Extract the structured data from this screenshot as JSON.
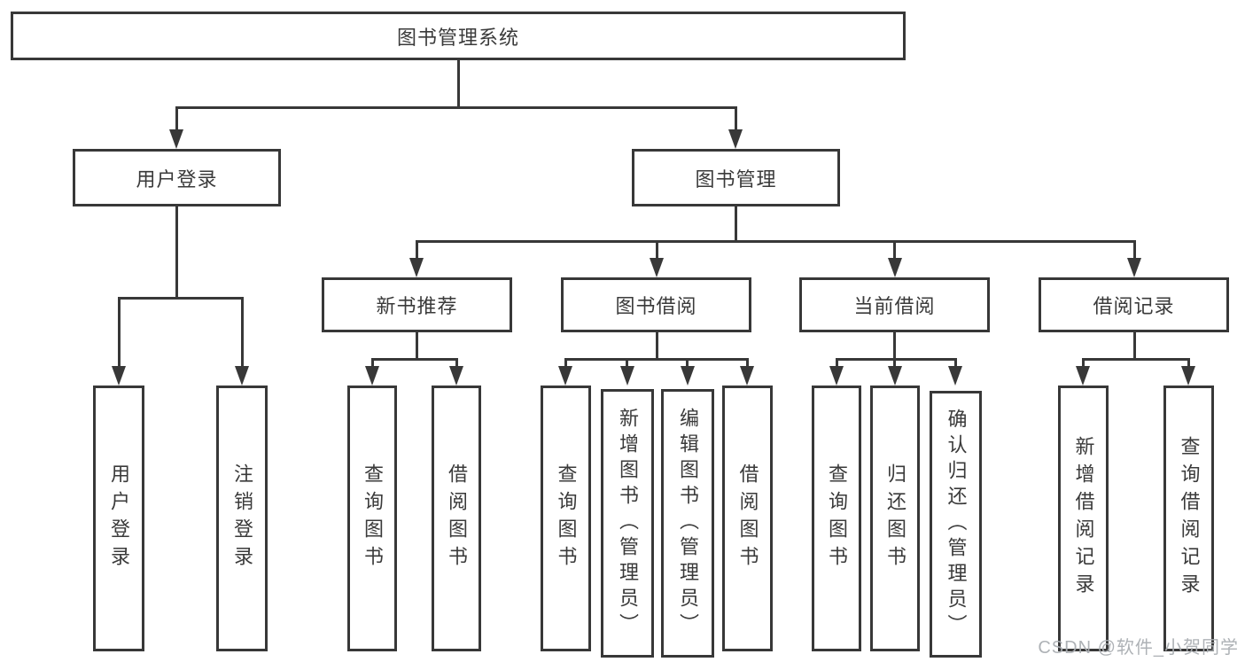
{
  "tree": {
    "label": "图书管理系统",
    "children": [
      {
        "label": "用户登录",
        "children": [
          {
            "label": "用户登录"
          },
          {
            "label": "注销登录"
          }
        ]
      },
      {
        "label": "图书管理",
        "children": [
          {
            "label": "新书推荐",
            "children": [
              {
                "label": "查询图书"
              },
              {
                "label": "借阅图书"
              }
            ]
          },
          {
            "label": "图书借阅",
            "children": [
              {
                "label": "查询图书"
              },
              {
                "label": "新增图书（管理员）"
              },
              {
                "label": "编辑图书（管理员）"
              },
              {
                "label": "借阅图书"
              }
            ]
          },
          {
            "label": "当前借阅",
            "children": [
              {
                "label": "查询图书"
              },
              {
                "label": "归还图书"
              },
              {
                "label": "确认归还（管理员）"
              }
            ]
          },
          {
            "label": "借阅记录",
            "children": [
              {
                "label": "新增借阅记录"
              },
              {
                "label": "查询借阅记录"
              }
            ]
          }
        ]
      }
    ]
  },
  "watermark": "CSDN @软件_小贺同学",
  "colors": {
    "line": "#383838",
    "text": "#3a3a3a",
    "watermark": "#aaaeb2",
    "background": "#ffffff"
  }
}
